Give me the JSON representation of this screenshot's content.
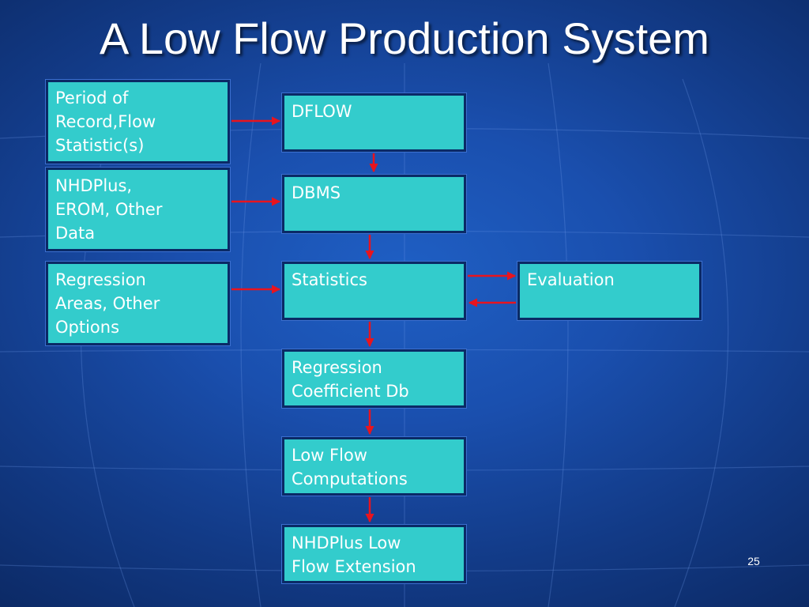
{
  "slide": {
    "title": "A Low Flow Production System",
    "number": "25"
  },
  "colors": {
    "box_fill": "#33cccc",
    "box_border": "#0a2a66",
    "arrow": "#e8141e",
    "background": "#1a4fae"
  },
  "diagram": {
    "inputs": [
      {
        "label": "Period of\nRecord,Flow\nStatistic(s)"
      },
      {
        "label": "NHDPlus,\nEROM, Other\nData"
      },
      {
        "label": "Regression\nAreas, Other\nOptions"
      }
    ],
    "process": [
      {
        "label": "DFLOW"
      },
      {
        "label": "DBMS"
      },
      {
        "label": "Statistics"
      },
      {
        "label": "Regression\nCoefficient  Db"
      },
      {
        "label": "Low Flow\nComputations"
      },
      {
        "label": "NHDPlus Low\nFlow Extension"
      }
    ],
    "evaluation": {
      "label": "Evaluation"
    },
    "edges": [
      {
        "from": "Period of Record,Flow Statistic(s)",
        "to": "DFLOW"
      },
      {
        "from": "NHDPlus, EROM, Other Data",
        "to": "DBMS"
      },
      {
        "from": "Regression Areas, Other Options",
        "to": "Statistics"
      },
      {
        "from": "DFLOW",
        "to": "DBMS"
      },
      {
        "from": "DBMS",
        "to": "Statistics"
      },
      {
        "from": "Statistics",
        "to": "Evaluation"
      },
      {
        "from": "Evaluation",
        "to": "Statistics"
      },
      {
        "from": "Statistics",
        "to": "Regression Coefficient  Db"
      },
      {
        "from": "Regression Coefficient  Db",
        "to": "Low Flow Computations"
      },
      {
        "from": "Low Flow Computations",
        "to": "NHDPlus Low Flow Extension"
      }
    ]
  }
}
